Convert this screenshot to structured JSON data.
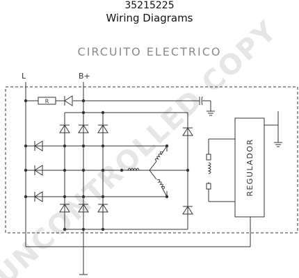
{
  "header": {
    "part_number": "35215225",
    "subtitle": "Wiring Diagrams"
  },
  "schematic": {
    "title": "CIRCUITO ELECTRICO",
    "terminal_l": "L",
    "terminal_b": "B+",
    "resistor_label": "R",
    "regulator_label": "REGULADOR"
  },
  "watermark": "UNCONTROLLED COPY",
  "colors": {
    "line": "#333333",
    "title_gray": "#8a8a8a",
    "watermark": "#e6e6e6"
  }
}
